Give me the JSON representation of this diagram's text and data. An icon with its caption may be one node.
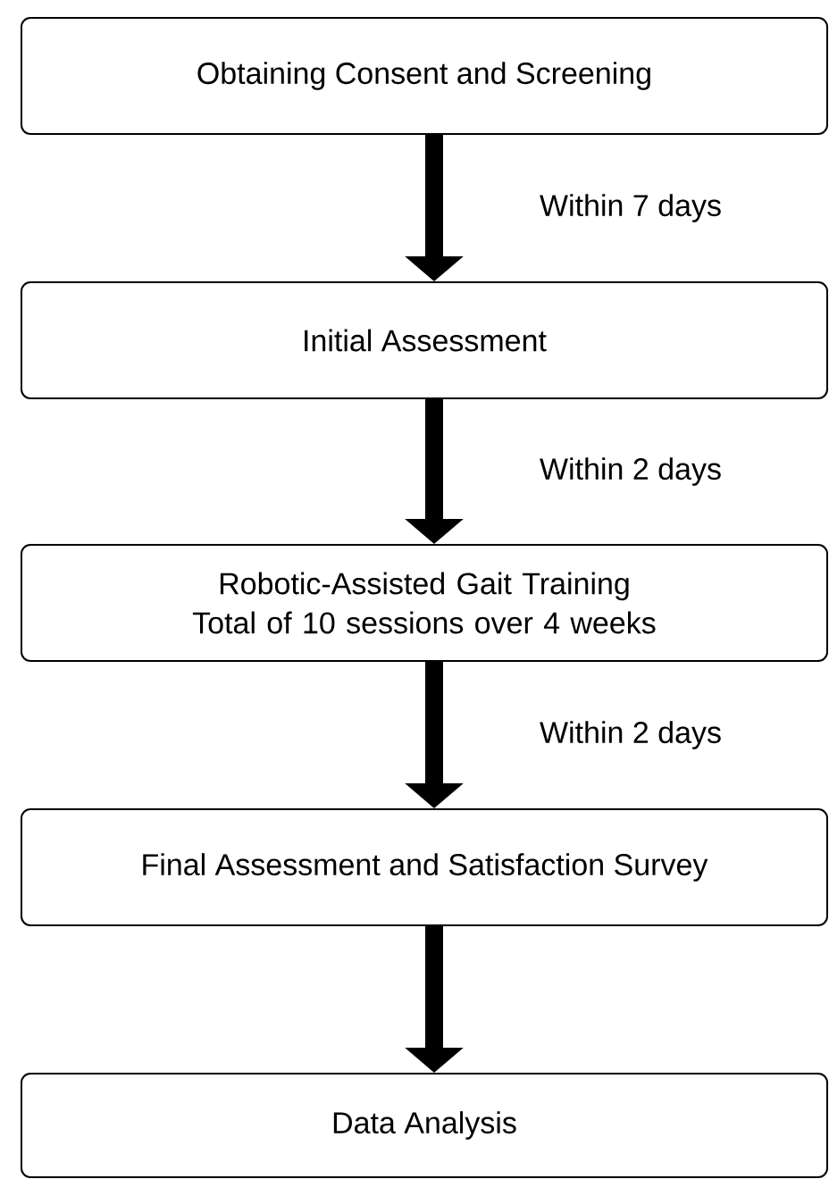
{
  "diagram": {
    "nodes": [
      {
        "text": [
          "Obtaining Consent and Screening"
        ]
      },
      {
        "text": [
          "Initial Assessment"
        ]
      },
      {
        "text": [
          "Robotic-Assisted Gait Training Total of 10 sessions over 4 weeks"
        ]
      },
      {
        "text": [
          "Final Assessment and Satisfaction Survey"
        ]
      },
      {
        "text": [
          "Data Analysis"
        ]
      }
    ],
    "edges": [
      {
        "from": 0,
        "to": 1,
        "arrow": "to",
        "label": "Within 7 days"
      },
      {
        "from": 1,
        "to": 2,
        "arrow": "to",
        "label": "Within 2 days"
      },
      {
        "from": 2,
        "to": 3,
        "arrow": "to",
        "label": "Within 2 days"
      },
      {
        "from": 3,
        "to": 4,
        "arrow": "to"
      }
    ]
  }
}
